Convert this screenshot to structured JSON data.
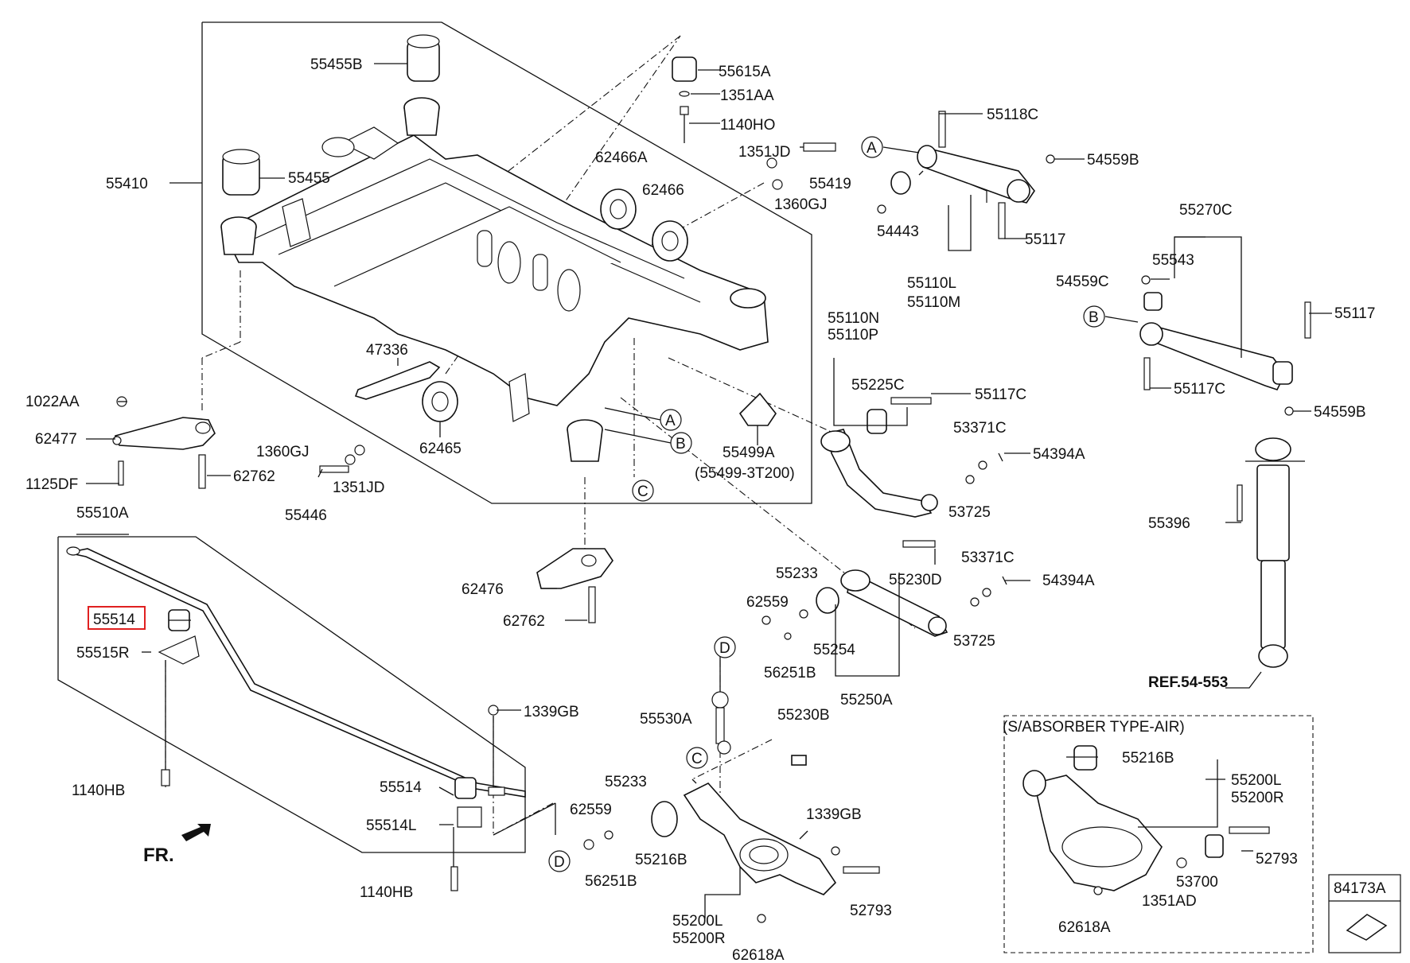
{
  "diagram": {
    "highlight_color": "#e02020",
    "frame_label": "55410",
    "circle_refs": [
      "A",
      "B",
      "C",
      "D"
    ],
    "labels": {
      "p55455B": "55455B",
      "p55455": "55455",
      "p55410": "55410",
      "p55615A": "55615A",
      "p1351AA": "1351AA",
      "p1140HO": "1140HO",
      "p1351JD_top": "1351JD",
      "p55419": "55419",
      "p1360GJ_top": "1360GJ",
      "p62466A": "62466A",
      "p62466": "62466",
      "p47336": "47336",
      "p62465": "62465",
      "p55499A": "55499A",
      "p55499sub": "(55499-3T200)",
      "p1022AA": "1022AA",
      "p62477": "62477",
      "p1125DF": "1125DF",
      "p1360GJ_mid": "1360GJ",
      "p62762_mid": "62762",
      "p1351JD_mid": "1351JD",
      "p55446": "55446",
      "p55118C": "55118C",
      "p54559B_top": "54559B",
      "p54443": "54443",
      "p55117_top": "55117",
      "p55110L": "55110L",
      "p55110M": "55110M",
      "p55270C": "55270C",
      "p55543": "55543",
      "p54559C": "54559C",
      "p55117_right": "55117",
      "p55117C_right": "55117C",
      "p54559B_right": "54559B",
      "p55110N": "55110N",
      "p55110P": "55110P",
      "p55225C": "55225C",
      "p55117C_mid": "55117C",
      "p53371C_top": "53371C",
      "p54394A_top": "54394A",
      "p53725_top": "53725",
      "p55396": "55396",
      "p55510A": "55510A",
      "p55514_hl": "55514",
      "p55515R": "55515R",
      "p62476": "62476",
      "p62762_low": "62762",
      "p55233_top": "55233",
      "p55230D": "55230D",
      "p53371C_low": "53371C",
      "p54394A_low": "54394A",
      "p62559_top": "62559",
      "p55254": "55254",
      "p53725_low": "53725",
      "p56251B_top": "56251B",
      "p55250A": "55250A",
      "pREF": "REF.54-553",
      "p1339GB_left": "1339GB",
      "p55530A": "55530A",
      "p55230B": "55230B",
      "p1140HB_left": "1140HB",
      "p55514_low": "55514",
      "p55233_low": "55233",
      "p62559_low": "62559",
      "p55514L": "55514L",
      "p1339GB_low": "1339GB",
      "p56251B_low": "56251B",
      "p55216B_low": "55216B",
      "p52793_low": "52793",
      "p1140HB_low": "1140HB",
      "p55200L_low": "55200L",
      "p55200R_low": "55200R",
      "p62618A_low": "62618A",
      "pFR": "FR.",
      "pAirTitle": "(S/ABSORBER TYPE-AIR)",
      "p55216B_air": "55216B",
      "p55200L_air": "55200L",
      "p55200R_air": "55200R",
      "p52793_air": "52793",
      "p53700": "53700",
      "p1351AD": "1351AD",
      "p62618A_air": "62618A",
      "p84173A": "84173A"
    }
  }
}
